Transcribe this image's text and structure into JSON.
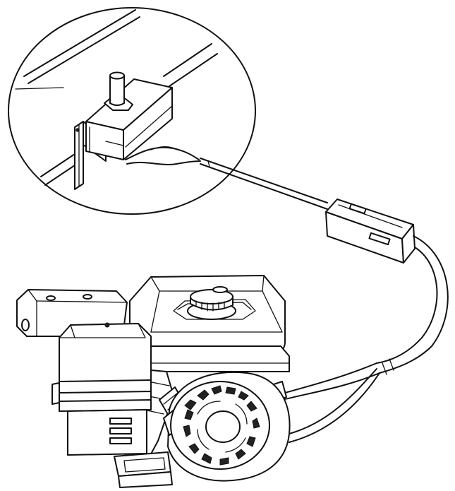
{
  "diagram": {
    "components": [
      {
        "id": "detail-magnifier-circle",
        "icon": "magnifier-circle-icon"
      },
      {
        "id": "kill-switch",
        "icon": "push-switch-icon"
      },
      {
        "id": "switch-mounting-bracket",
        "icon": "bracket-icon"
      },
      {
        "id": "inline-connector",
        "icon": "connector-icon"
      },
      {
        "id": "harness-cable",
        "icon": "cable-icon"
      },
      {
        "id": "small-engine",
        "icon": "engine-icon"
      },
      {
        "id": "fuel-tank",
        "icon": "fuel-tank-icon"
      },
      {
        "id": "fuel-cap",
        "icon": "cap-icon"
      },
      {
        "id": "air-filter-housing",
        "icon": "air-filter-icon"
      },
      {
        "id": "muffler",
        "icon": "muffler-icon"
      },
      {
        "id": "recoil-starter",
        "icon": "recoil-starter-icon"
      },
      {
        "id": "engine-base",
        "icon": "base-plate-icon"
      }
    ],
    "colors": {
      "line": "#111111",
      "background": "#ffffff"
    }
  }
}
